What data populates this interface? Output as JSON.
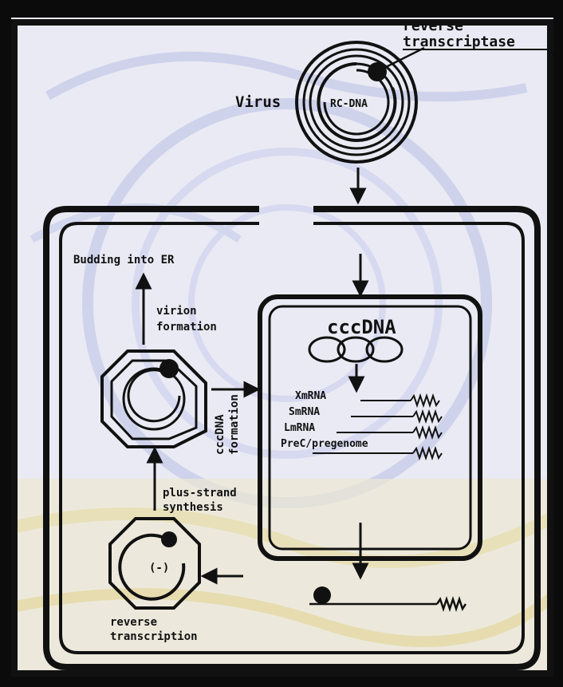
{
  "colors": {
    "outer_frame": "#0b0b0b",
    "paper": "#e9eaf3",
    "watermark_blue": "#b9bfe6",
    "watermark_gold": "#e8d88a",
    "ink": "#111111"
  },
  "labels": {
    "reverse_transcriptase_line1": "reverse",
    "reverse_transcriptase_line2": "transcriptase",
    "virus": "Virus",
    "rc_dna": "RC-DNA",
    "budding": "Budding into ER",
    "virion_formation_line1": "virion",
    "virion_formation_line2": "formation",
    "cccdna_title": "cccDNA",
    "xmrna": "XmRNA",
    "smrna": "SmRNA",
    "lmrna": "LmRNA",
    "prec_pregenome": "PreC/pregenome",
    "cccdna_formation_line1": "cccDNA",
    "cccdna_formation_line2": "formation",
    "plus_strand_line1": "plus-strand",
    "plus_strand_line2": "synthesis",
    "minus_strand": "(-)",
    "reverse_transcription_line1": "reverse",
    "reverse_transcription_line2": "transcription"
  }
}
